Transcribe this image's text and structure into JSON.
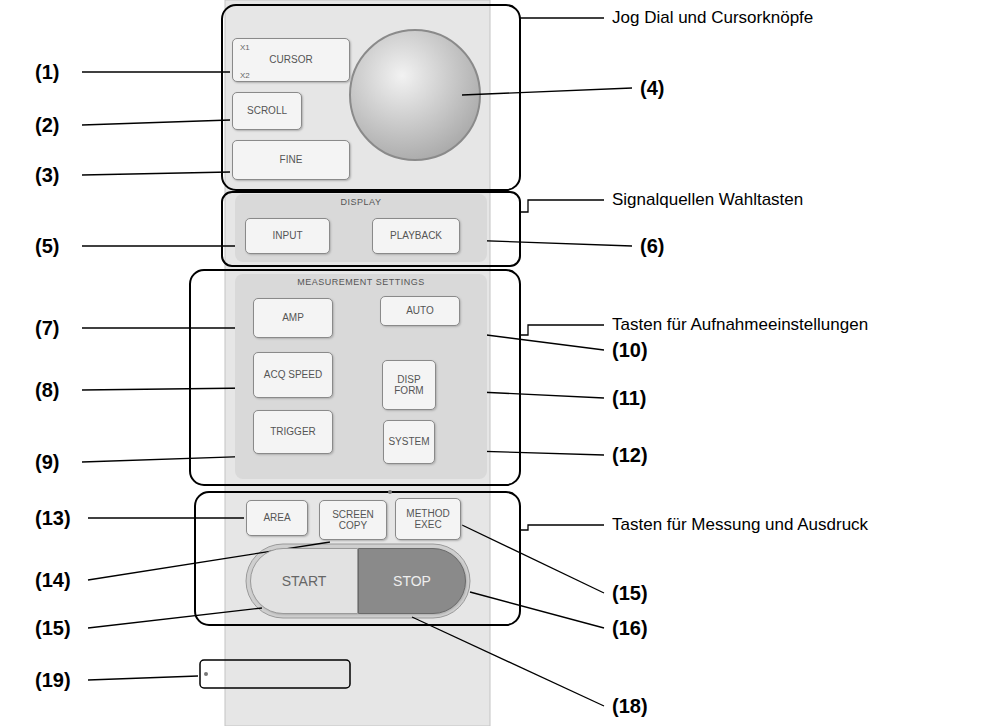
{
  "diagram": {
    "nodes": [
      {
        "text": [
          "CURSOR"
        ]
      },
      {
        "text": [
          "SCROLL"
        ]
      },
      {
        "text": [
          "FINE"
        ]
      },
      {
        "text": [
          "DISPLAY"
        ]
      },
      {
        "text": [
          "INPUT"
        ],
        "in": 3
      },
      {
        "text": [
          "PLAYBACK"
        ],
        "in": 3
      },
      {
        "text": [
          "MEASUREMENT SETTINGS"
        ]
      },
      {
        "text": [
          "AMP"
        ],
        "in": 6
      },
      {
        "text": [
          "AUTO"
        ],
        "in": 6
      },
      {
        "text": [
          "ACQ SPEED"
        ],
        "in": 6
      },
      {
        "text": [
          "DISP FORM"
        ],
        "in": 6
      },
      {
        "text": [
          "TRIGGER"
        ],
        "in": 6
      },
      {
        "text": [
          "SYSTEM"
        ],
        "in": 6
      },
      {
        "text": [
          "AREA"
        ]
      },
      {
        "text": [
          "SCREEN COPY"
        ]
      },
      {
        "text": [
          "METHOD EXEC"
        ]
      },
      {
        "text": [
          "START"
        ]
      },
      {
        "text": [
          "STOP"
        ]
      }
    ],
    "labels": [
      "Jog Dial und Cursorknöpfe",
      "(1)",
      "(4)",
      "(2)",
      "(3)",
      "Signalquellen Wahltasten",
      "(5)",
      "(6)",
      "Tasten für Aufnahmeeinstellungen",
      "(7)",
      "(10)",
      "(8)",
      "(11)",
      "(9)",
      "(12)",
      "(13)",
      "Tasten für Messung und Ausdruck",
      "(14)",
      "(15)",
      "(15)",
      "(16)",
      "(19)",
      "(18)",
      "X1",
      "X2"
    ]
  }
}
